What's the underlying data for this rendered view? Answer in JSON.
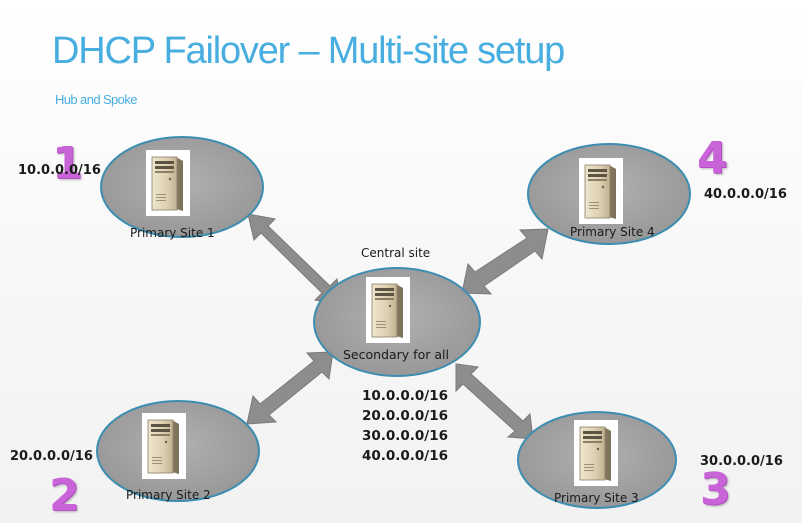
{
  "slide": {
    "title": "DHCP Failover – Multi-site setup",
    "subtitle": "Hub and Spoke"
  },
  "central": {
    "header": "Central site",
    "label": "Secondary for all",
    "subnets": [
      "10.0.0.0/16",
      "20.0.0.0/16",
      "30.0.0.0/16",
      "40.0.0.0/16"
    ]
  },
  "sites": [
    {
      "number": "1",
      "label": "Primary Site 1",
      "subnet": "10.0.0.0/16"
    },
    {
      "number": "2",
      "label": "Primary Site 2",
      "subnet": "20.0.0.0/16"
    },
    {
      "number": "3",
      "label": "Primary Site 3",
      "subnet": "30.0.0.0/16"
    },
    {
      "number": "4",
      "label": "Primary Site 4",
      "subnet": "40.0.0.0/16"
    }
  ],
  "colors": {
    "title": "#48aee0",
    "site_number": "#c964d8",
    "ellipse_fill": "#9a9a9a",
    "ellipse_stroke": "#3c8db0",
    "arrow_fill": "#8d8d8d"
  },
  "icons": {
    "server": "server-tower-icon",
    "arrow": "double-headed-arrow"
  }
}
